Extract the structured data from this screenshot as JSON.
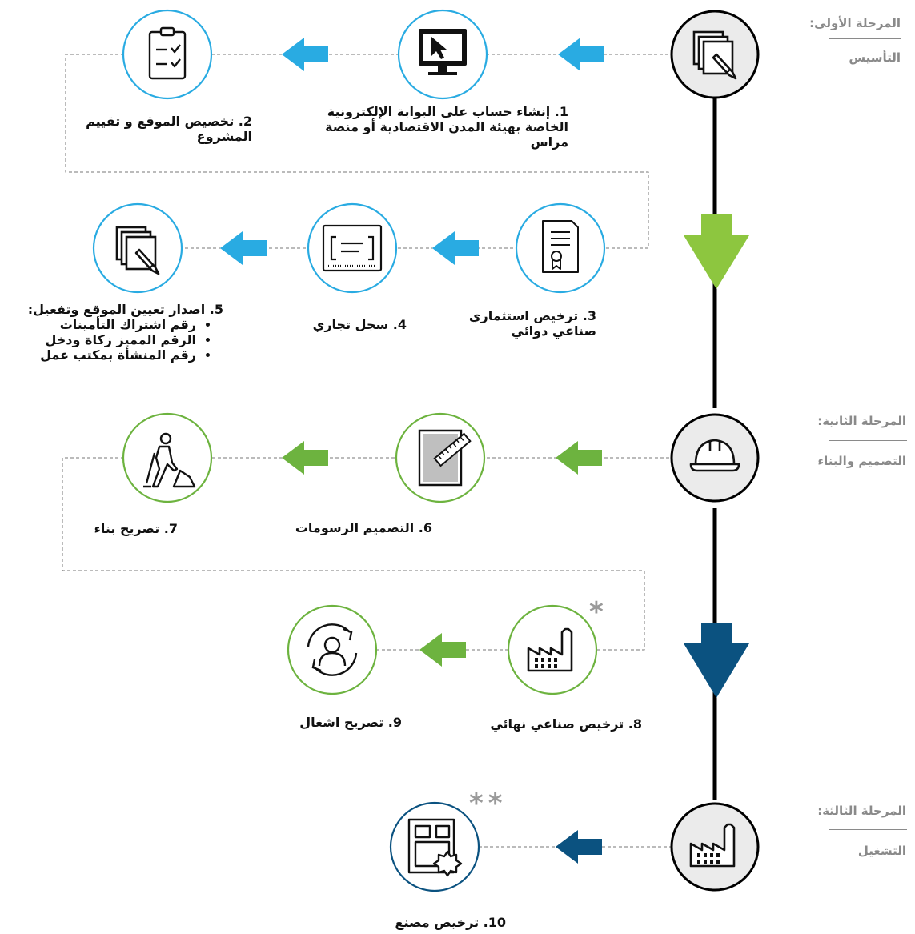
{
  "phases": [
    {
      "title": "المرحلة الأولى:",
      "subtitle": "التأسيس"
    },
    {
      "title": "المرحلة الثانية:",
      "subtitle": "التصميم والبناء"
    },
    {
      "title": "المرحلة الثالثة:",
      "subtitle": "التشغيل"
    }
  ],
  "steps": {
    "s1": "1. إنشاء حساب على البوابة الإلكترونية الخاصة بهيئة المدن الاقتصادية أو منصة مراس",
    "s2": "2. تخصيص الموقع و تقييم المشروع",
    "s3": "3. ترخيص استثماري صناعي دوائي",
    "s4": "4. سجل تجاري",
    "s5": "5. اصدار تعيين الموقع وتفعيل:",
    "s5_items": [
      "رقم اشتراك التأمينات",
      "الرقم المميز زكاة ودخل",
      "رقم المنشأة بمكتب عمل"
    ],
    "s6": "6. التصميم الرسومات",
    "s7": "7. تصريح بناء",
    "s8": "8. ترخيص صناعي نهائي",
    "s9": "9. تصريح اشغال",
    "s10": "10. ترخيص مصنع"
  },
  "marks": {
    "single": "*",
    "double": "**"
  },
  "colors": {
    "blue": "#29abe2",
    "green": "#6db33f",
    "lime": "#8dc63f",
    "navy": "#0b5280",
    "gray_text": "#8a8a8a",
    "timeline": "#000000"
  },
  "icons": {
    "phase1": "documents-pencil-icon",
    "phase2": "hard-hat-icon",
    "phase3": "factory-icon",
    "step1": "monitor-cursor-icon",
    "step2": "clipboard-checklist-icon",
    "step3": "certificate-icon",
    "step4": "commercial-register-icon",
    "step5": "documents-pencil-icon",
    "step6": "drawing-ruler-icon",
    "step7": "construction-worker-icon",
    "step8": "factory-icon",
    "step9": "occupancy-cycle-icon",
    "step10": "factory-license-icon"
  }
}
